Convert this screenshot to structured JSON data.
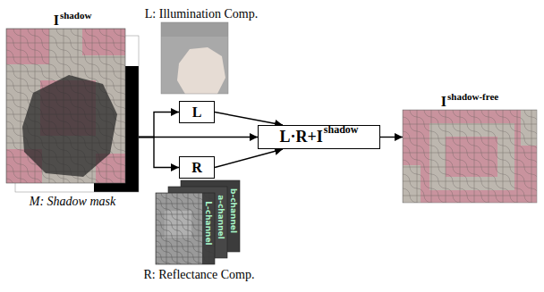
{
  "diagram": {
    "nodes": [
      {
        "text": [
          "I",
          "shadow",
          "M: Shadow mask"
        ]
      },
      {
        "text": [
          "L: Illumination Comp."
        ]
      },
      {
        "text": [
          "L"
        ]
      },
      {
        "text": [
          "L·R+I",
          "shadow"
        ]
      },
      {
        "text": [
          "R"
        ]
      },
      {
        "text": [
          "b-channel",
          "a-channel",
          "L-channel",
          "R: Reflectance Comp."
        ]
      },
      {
        "text": [
          "I",
          "shadow-free"
        ]
      }
    ],
    "edges": [
      {
        "from": 0,
        "to": 2,
        "arrow": "to"
      },
      {
        "from": 0,
        "to": 3,
        "arrow": "to"
      },
      {
        "from": 0,
        "to": 4,
        "arrow": "to"
      },
      {
        "from": 2,
        "to": 3,
        "arrow": "to"
      },
      {
        "from": 4,
        "to": 3,
        "arrow": "to"
      },
      {
        "from": 3,
        "to": 6,
        "arrow": "to"
      }
    ]
  }
}
